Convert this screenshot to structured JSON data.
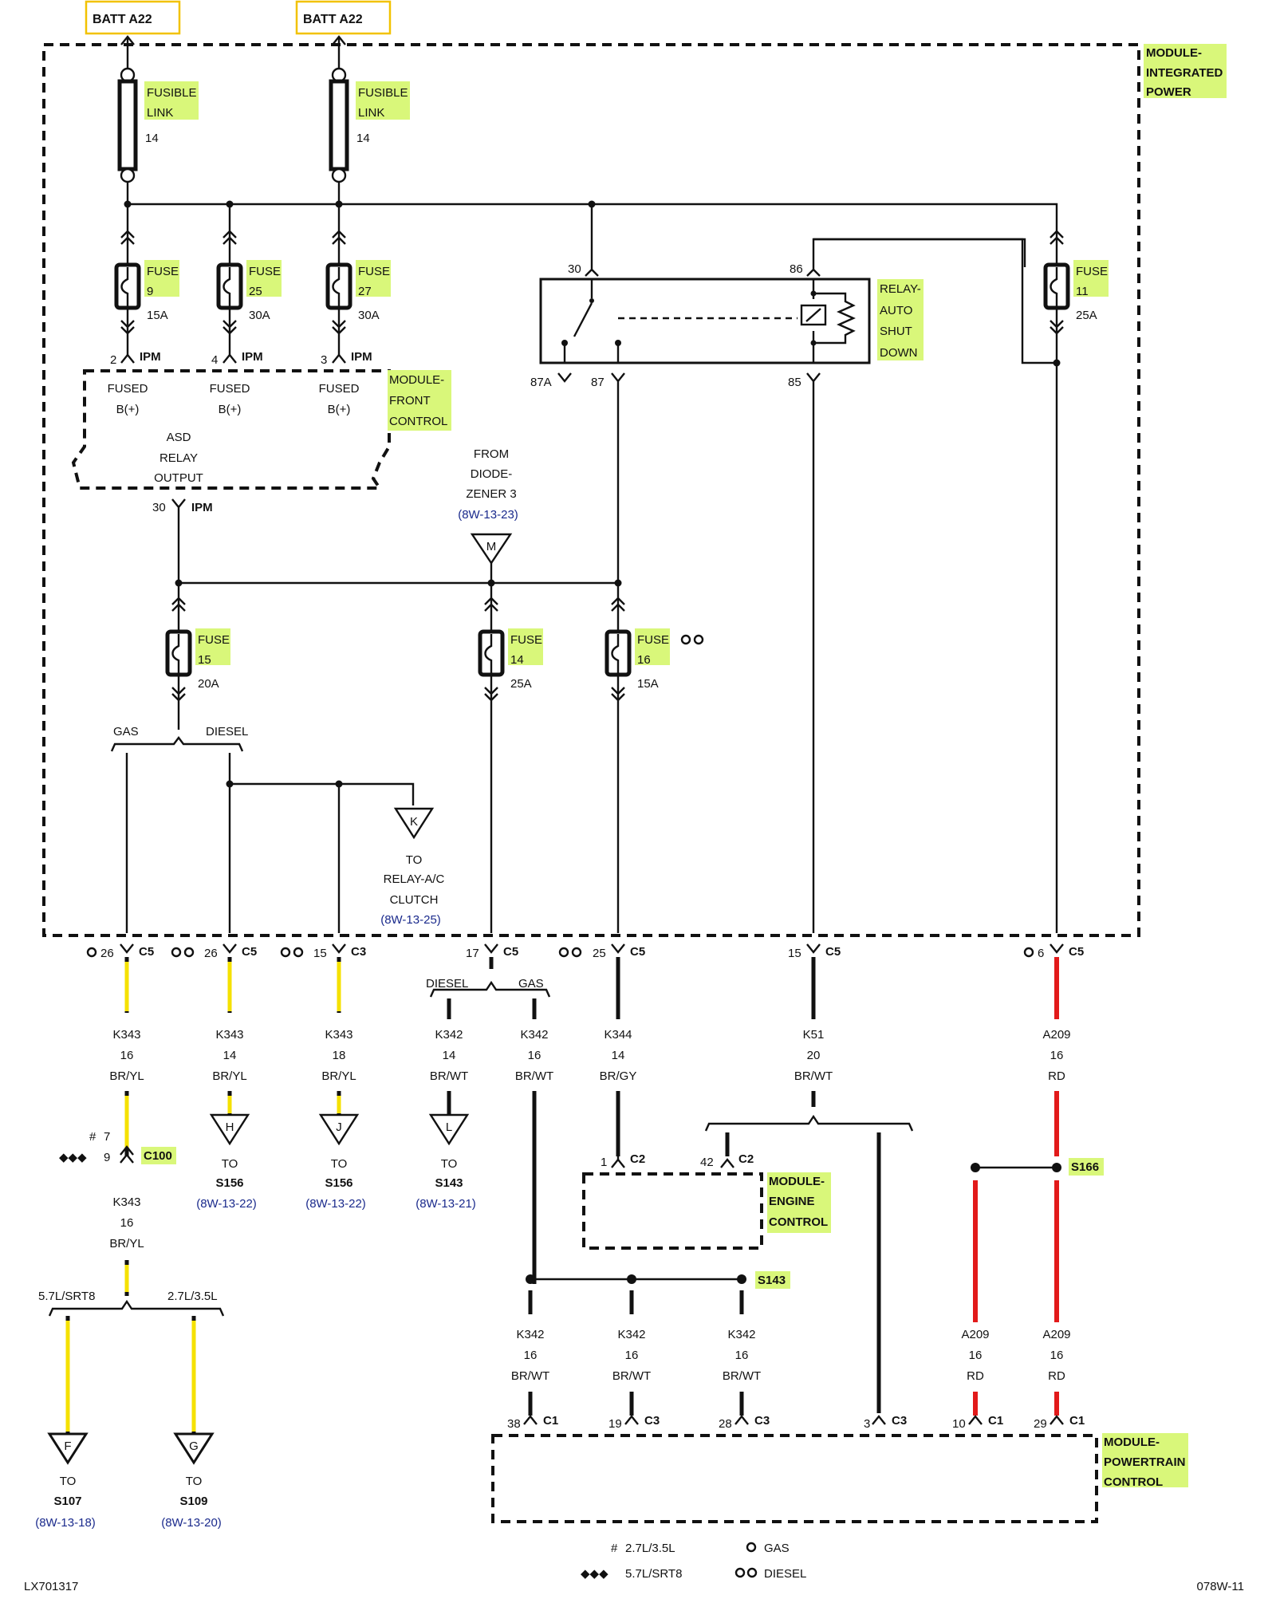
{
  "sources": [
    {
      "label": "BATT A22"
    },
    {
      "label": "BATT A22"
    }
  ],
  "modules": {
    "integrated_power": [
      "MODULE-",
      "INTEGRATED",
      "POWER"
    ],
    "front_control": [
      "MODULE-",
      "FRONT",
      "CONTROL"
    ],
    "engine_control": [
      "MODULE-",
      "ENGINE",
      "CONTROL"
    ],
    "powertrain_control": [
      "MODULE-",
      "POWERTRAIN",
      "CONTROL"
    ]
  },
  "fusible_links": [
    {
      "name": [
        "FUSIBLE",
        "LINK"
      ],
      "gauge": "14"
    },
    {
      "name": [
        "FUSIBLE",
        "LINK"
      ],
      "gauge": "14"
    }
  ],
  "fuses": [
    {
      "name": "FUSE",
      "num": "9",
      "amp": "15A"
    },
    {
      "name": "FUSE",
      "num": "25",
      "amp": "30A"
    },
    {
      "name": "FUSE",
      "num": "27",
      "amp": "30A"
    },
    {
      "name": "FUSE",
      "num": "11",
      "amp": "25A"
    },
    {
      "name": "FUSE",
      "num": "15",
      "amp": "20A"
    },
    {
      "name": "FUSE",
      "num": "14",
      "amp": "25A"
    },
    {
      "name": "FUSE",
      "num": "16",
      "amp": "15A"
    }
  ],
  "ipm_pins": [
    {
      "pin": "2",
      "conn": "IPM"
    },
    {
      "pin": "4",
      "conn": "IPM"
    },
    {
      "pin": "3",
      "conn": "IPM"
    },
    {
      "pin": "30",
      "conn": "IPM"
    }
  ],
  "fused_bplus": [
    [
      "FUSED",
      "B(+)"
    ],
    [
      "FUSED",
      "B(+)"
    ],
    [
      "FUSED",
      "B(+)"
    ]
  ],
  "asd_output": [
    "ASD",
    "RELAY",
    "OUTPUT"
  ],
  "relay": {
    "name": [
      "RELAY-",
      "AUTO",
      "SHUT",
      "DOWN"
    ],
    "pins": [
      "30",
      "86",
      "87A",
      "87",
      "85"
    ]
  },
  "diode_source": {
    "lines": [
      "FROM",
      "DIODE-",
      "ZENER 3"
    ],
    "ref": "(8W-13-23)",
    "marker": "M"
  },
  "gas_diesel": {
    "gas": "GAS",
    "diesel": "DIESEL"
  },
  "ac_clutch": {
    "marker": "K",
    "lines": [
      "TO",
      "RELAY-A/C",
      "CLUTCH"
    ],
    "ref": "(8W-13-25)"
  },
  "c5_row": [
    {
      "mark": "O",
      "pin": "26",
      "conn": "C5"
    },
    {
      "mark": "OO",
      "pin": "26",
      "conn": "C5"
    },
    {
      "mark": "OO",
      "pin": "15",
      "conn": "C3"
    },
    {
      "mark": "",
      "pin": "17",
      "conn": "C5"
    },
    {
      "mark": "OO",
      "pin": "25",
      "conn": "C5"
    },
    {
      "mark": "",
      "pin": "15",
      "conn": "C5"
    },
    {
      "mark": "O",
      "pin": "6",
      "conn": "C5"
    }
  ],
  "wires_upper": [
    {
      "code": "K343",
      "gauge": "16",
      "color": "BR/YL"
    },
    {
      "code": "K343",
      "gauge": "14",
      "color": "BR/YL"
    },
    {
      "code": "K343",
      "gauge": "18",
      "color": "BR/YL"
    },
    {
      "code": "K342",
      "gauge": "14",
      "color": "BR/WT"
    },
    {
      "code": "K342",
      "gauge": "16",
      "color": "BR/WT"
    },
    {
      "code": "K344",
      "gauge": "14",
      "color": "BR/GY"
    },
    {
      "code": "K51",
      "gauge": "20",
      "color": "BR/WT"
    },
    {
      "code": "A209",
      "gauge": "16",
      "color": "RD"
    }
  ],
  "splice_refs": [
    {
      "marker": "H",
      "to": "TO",
      "splice": "S156",
      "ref": "(8W-13-22)"
    },
    {
      "marker": "J",
      "to": "TO",
      "splice": "S156",
      "ref": "(8W-13-22)"
    },
    {
      "marker": "L",
      "to": "TO",
      "splice": "S143",
      "ref": "(8W-13-21)"
    }
  ],
  "c100": {
    "pins": [
      "7",
      "9"
    ],
    "conn": "C100",
    "marks": [
      "#",
      "◆◆◆"
    ]
  },
  "wire_k343_lower": {
    "code": "K343",
    "gauge": "16",
    "color": "BR/YL"
  },
  "engine_split": {
    "left": "5.7L/SRT8",
    "right": "2.7L/3.5L"
  },
  "bottom_refs": [
    {
      "marker": "F",
      "to": "TO",
      "splice": "S107",
      "ref": "(8W-13-18)"
    },
    {
      "marker": "G",
      "to": "TO",
      "splice": "S109",
      "ref": "(8W-13-20)"
    }
  ],
  "ecm_pins": [
    {
      "pin": "1",
      "conn": "C2"
    },
    {
      "pin": "42",
      "conn": "C2"
    }
  ],
  "splices": {
    "s143": "S143",
    "s166": "S166"
  },
  "wires_lower": [
    {
      "code": "K342",
      "gauge": "16",
      "color": "BR/WT"
    },
    {
      "code": "K342",
      "gauge": "16",
      "color": "BR/WT"
    },
    {
      "code": "K342",
      "gauge": "16",
      "color": "BR/WT"
    },
    {
      "code": "A209",
      "gauge": "16",
      "color": "RD"
    },
    {
      "code": "A209",
      "gauge": "16",
      "color": "RD"
    }
  ],
  "pcm_pins": [
    {
      "pin": "38",
      "conn": "C1"
    },
    {
      "pin": "19",
      "conn": "C3"
    },
    {
      "pin": "28",
      "conn": "C3"
    },
    {
      "pin": "3",
      "conn": "C3"
    },
    {
      "pin": "10",
      "conn": "C1"
    },
    {
      "pin": "29",
      "conn": "C1"
    }
  ],
  "legend": [
    {
      "sym": "#",
      "text": "2.7L/3.5L"
    },
    {
      "sym": "◆◆◆",
      "text": "5.7L/SRT8"
    },
    {
      "sym": "O",
      "text": "GAS"
    },
    {
      "sym": "OO",
      "text": "DIESEL"
    }
  ],
  "footer": {
    "left": "LX701317",
    "right": "078W-11"
  },
  "colors": {
    "highlight": "#d9f77a",
    "yellow_wire": "#f5e100",
    "red_wire": "#e21a1a",
    "source_box": "#f2c200",
    "ref_text": "#1a2a8c"
  }
}
